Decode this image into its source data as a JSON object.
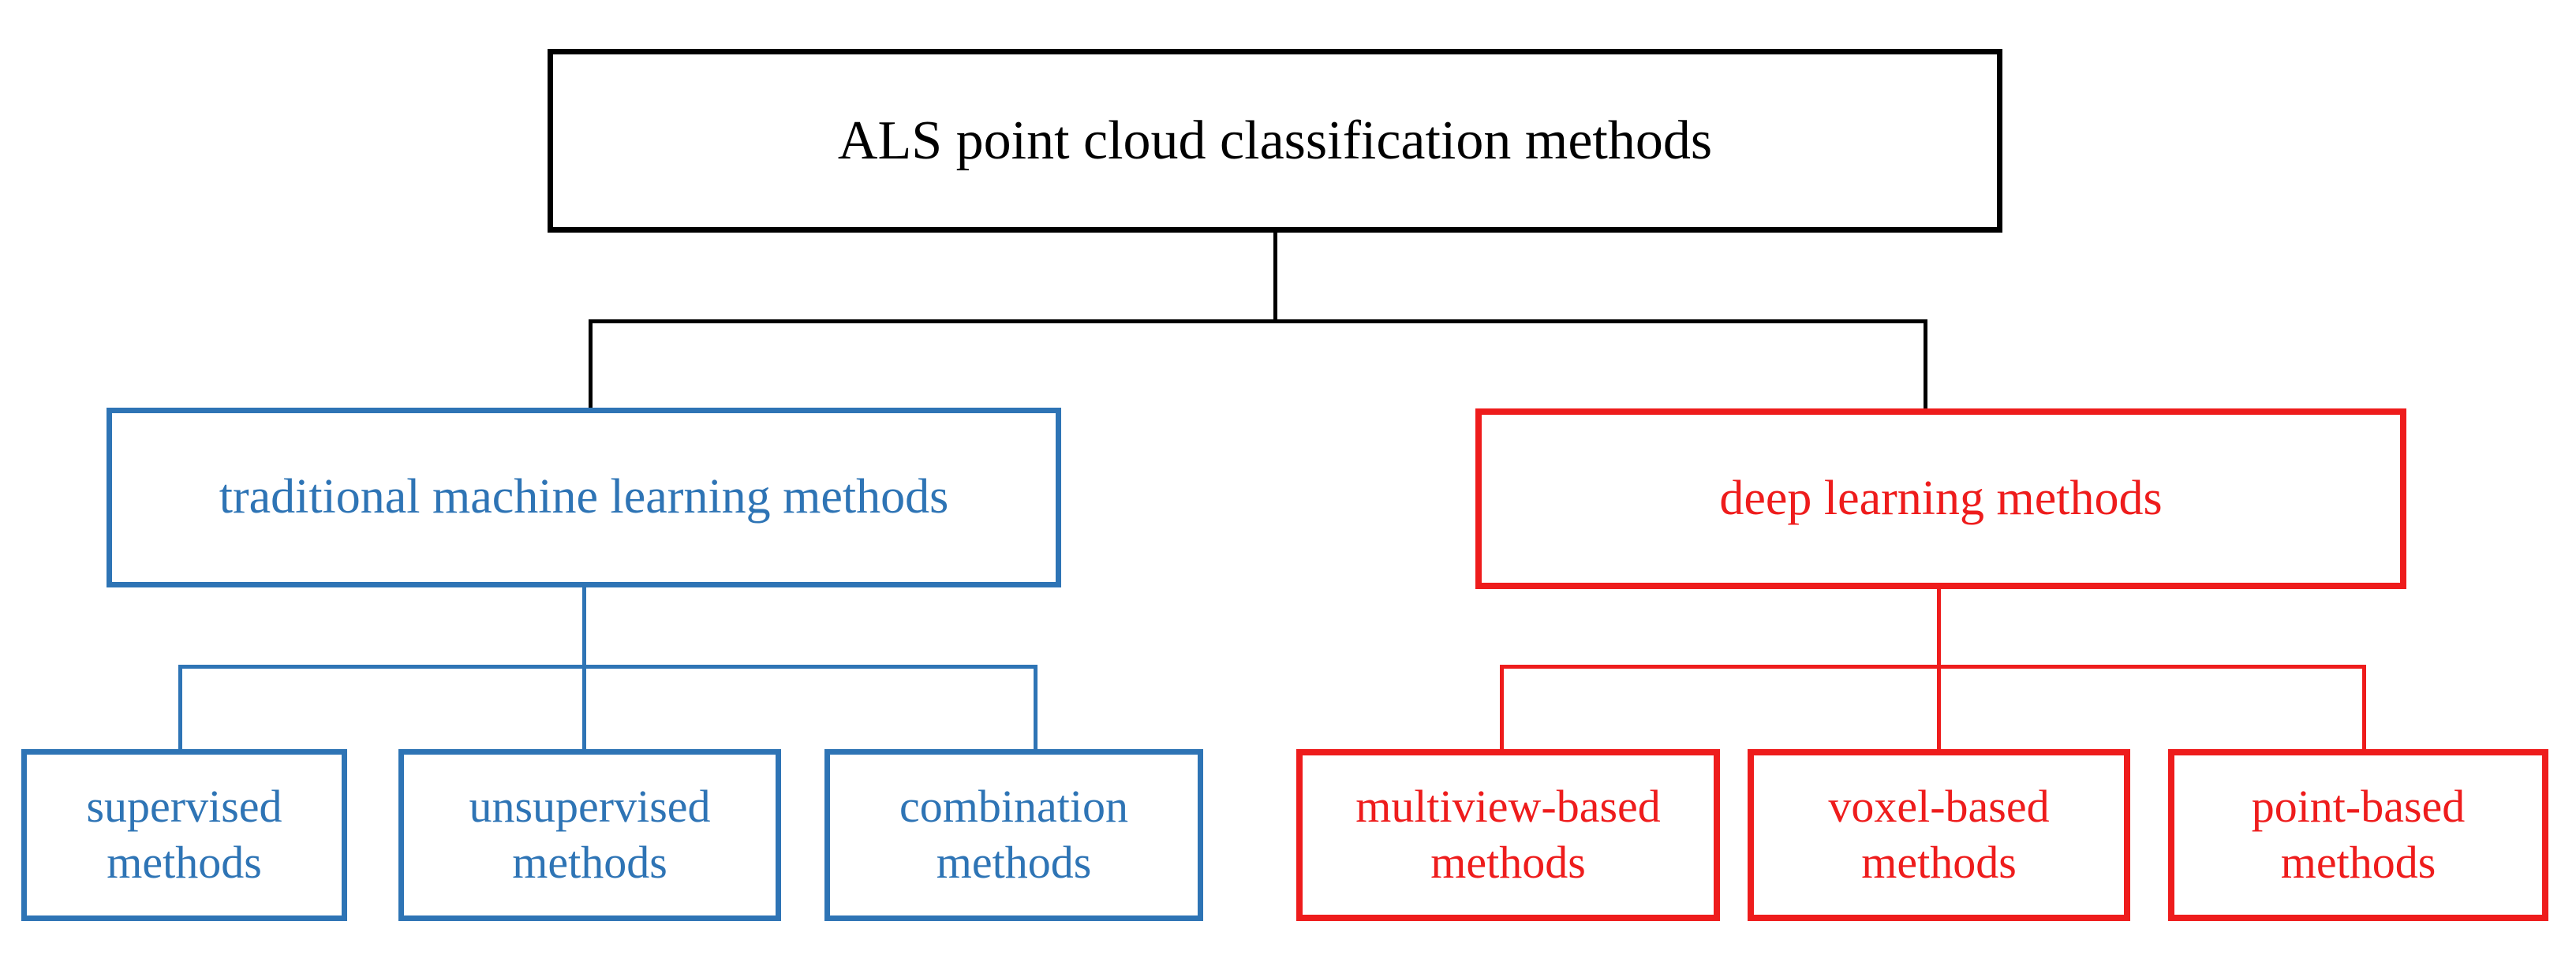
{
  "diagram": {
    "title": "ALS point cloud classification methods",
    "type": "tree",
    "colors": {
      "root": "#000000",
      "traditional_branch": "#2E74B5",
      "deep_learning_branch": "#EE1C1C",
      "background": "#FFFFFF"
    },
    "root": {
      "label": "ALS point cloud classification methods"
    },
    "branches": [
      {
        "id": "traditional",
        "label": "traditional machine learning methods",
        "color": "#2E74B5",
        "children": [
          {
            "id": "supervised",
            "label": "supervised methods"
          },
          {
            "id": "unsupervised",
            "label": "unsupervised methods"
          },
          {
            "id": "combination",
            "label": "combination methods"
          }
        ]
      },
      {
        "id": "deep-learning",
        "label": "deep learning methods",
        "color": "#EE1C1C",
        "children": [
          {
            "id": "multiview-based",
            "label": "multiview-based methods"
          },
          {
            "id": "voxel-based",
            "label": "voxel-based methods"
          },
          {
            "id": "point-based",
            "label": "point-based methods"
          }
        ]
      }
    ]
  }
}
